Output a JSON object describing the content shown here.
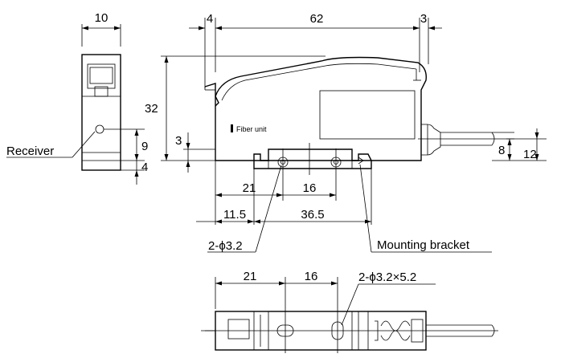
{
  "dimensions": {
    "side_width": "10",
    "front_left_offset": "4",
    "front_length": "62",
    "front_right_offset": "3",
    "front_height": "32",
    "front_step": "3",
    "receiver_height": "9",
    "receiver_low": "4",
    "cable_height": "8",
    "cable_total": "12",
    "bracket_offset": "21",
    "hole_pitch": "16",
    "left_offset": "11.5",
    "bracket_length": "36.5",
    "bottom_offset": "21",
    "bottom_pitch": "16"
  },
  "labels": {
    "receiver": "Receiver",
    "fiber_unit": "Fiber unit",
    "holes": "2-ϕ3.2",
    "mounting_bracket": "Mounting bracket",
    "slots": "2-ϕ3.2×5.2"
  }
}
